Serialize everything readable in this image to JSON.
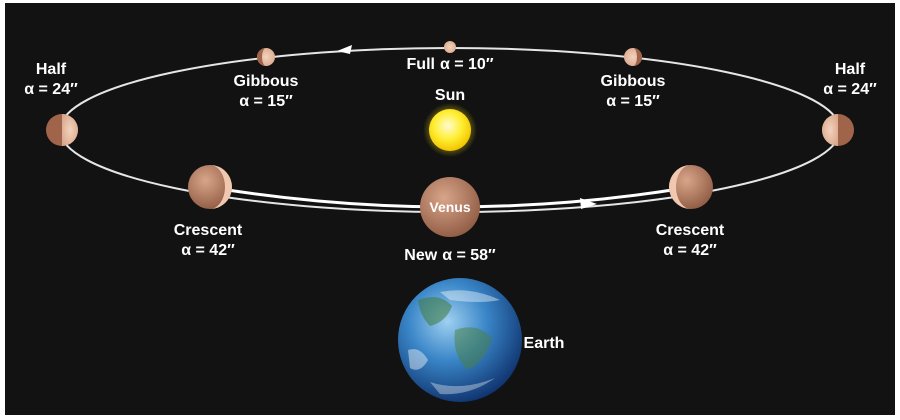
{
  "colors": {
    "background": "#121212",
    "orbit": "#e6e6e6",
    "venus_lit": "#e2b79d",
    "venus_dark": "#9a5d42",
    "sun": "#ffe500",
    "earth_ocean": "#2f6fb8",
    "label": "#ffffff"
  },
  "sun": {
    "label": "Sun"
  },
  "earth": {
    "label": "Earth"
  },
  "venus": {
    "label": "Venus"
  },
  "phases": [
    {
      "id": "full",
      "name": "Full",
      "angle": "α = 10″"
    },
    {
      "id": "gibbous-left",
      "name": "Gibbous",
      "angle": "α = 15″"
    },
    {
      "id": "gibbous-right",
      "name": "Gibbous",
      "angle": "α = 15″"
    },
    {
      "id": "half-left",
      "name": "Half",
      "angle": "α = 24″"
    },
    {
      "id": "half-right",
      "name": "Half",
      "angle": "α = 24″"
    },
    {
      "id": "crescent-left",
      "name": "Crescent",
      "angle": "α = 42″"
    },
    {
      "id": "crescent-right",
      "name": "Crescent",
      "angle": "α = 42″"
    },
    {
      "id": "new",
      "name": "New",
      "angle": "α = 58″"
    }
  ]
}
